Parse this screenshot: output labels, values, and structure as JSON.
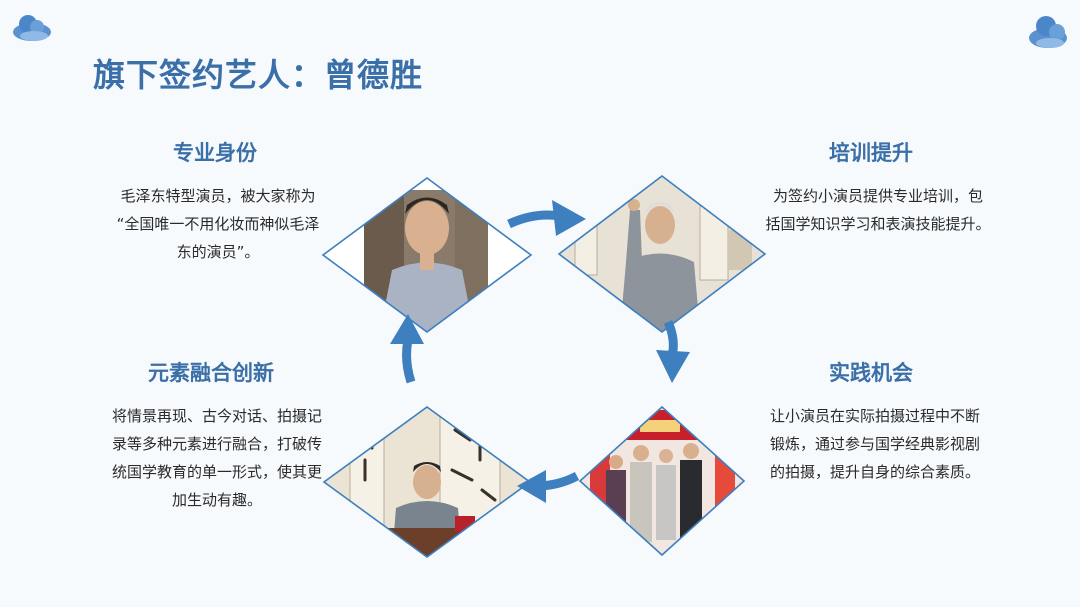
{
  "title": "旗下签约艺人：曾德胜",
  "sections": {
    "identity": {
      "heading": "专业身份",
      "lines": [
        "毛泽东特型演员，被大家称为",
        "“全国唯一不用化妆而神似毛泽",
        "东的演员”。"
      ]
    },
    "training": {
      "heading": "培训提升",
      "lines": [
        "为签约小演员提供专业培训，包",
        "括国学知识学习和表演技能提升。"
      ]
    },
    "practice": {
      "heading": "实践机会",
      "lines": [
        "让小演员在实际拍摄过程中不断",
        "锻炼，通过参与国学经典影视剧",
        "的拍摄，提升自身的综合素质。"
      ]
    },
    "fusion": {
      "heading": "元素融合创新",
      "lines": [
        "将情景再现、古今对话、拍摄记",
        "录等多种元素进行融合，打破传",
        "统国学教育的单一形式，使其更",
        "加生动有趣。"
      ]
    }
  },
  "colors": {
    "accent": "#3b6fa8",
    "arrow": "#3d7fbf",
    "cloud": "#4a86c8"
  },
  "icons": [
    "cloud-icon",
    "arrow-right-icon",
    "arrow-down-icon",
    "arrow-left-icon",
    "arrow-up-icon"
  ]
}
